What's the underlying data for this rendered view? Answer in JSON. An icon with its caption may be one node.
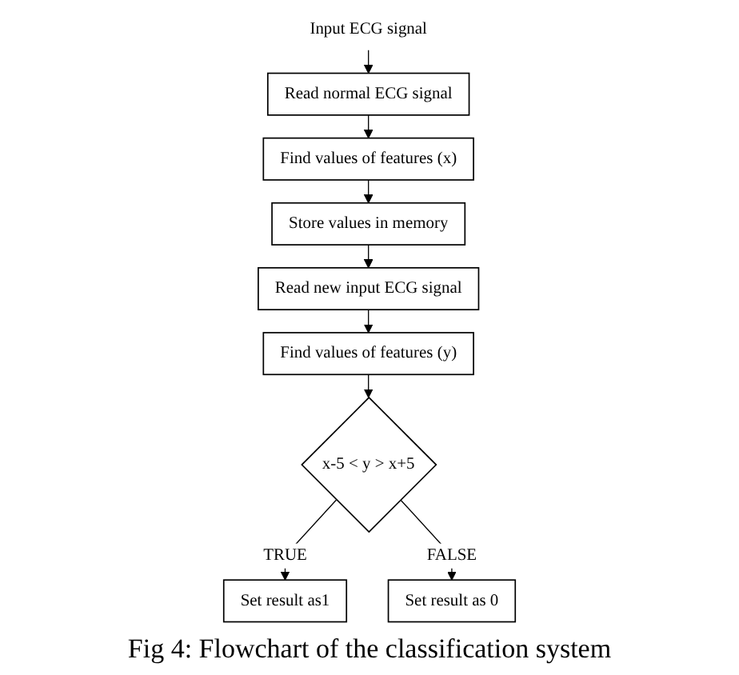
{
  "diagram": {
    "caption": "Fig 4: Flowchart of the classification system",
    "nodes": [
      {
        "text": [
          "Input ECG signal"
        ]
      },
      {
        "text": [
          "Read normal ECG signal"
        ]
      },
      {
        "text": [
          "Find values of features (x)"
        ]
      },
      {
        "text": [
          "Store values in memory"
        ]
      },
      {
        "text": [
          "Read new input ECG signal"
        ]
      },
      {
        "text": [
          "Find values of features (y)"
        ]
      },
      {
        "text": [
          "x-5 < y > x+5"
        ]
      },
      {
        "text": [
          "Set result as1"
        ]
      },
      {
        "text": [
          "Set result as 0"
        ]
      }
    ],
    "edges": [
      {
        "from": 0,
        "to": 1,
        "arrow": "to"
      },
      {
        "from": 1,
        "to": 2,
        "arrow": "to"
      },
      {
        "from": 2,
        "to": 3,
        "arrow": "to"
      },
      {
        "from": 3,
        "to": 4,
        "arrow": "to"
      },
      {
        "from": 4,
        "to": 5,
        "arrow": "to"
      },
      {
        "from": 5,
        "to": 6,
        "arrow": "to"
      },
      {
        "from": 6,
        "to": 7,
        "label": "TRUE",
        "arrow": "to"
      },
      {
        "from": 6,
        "to": 8,
        "label": "FALSE",
        "arrow": "to"
      }
    ]
  }
}
